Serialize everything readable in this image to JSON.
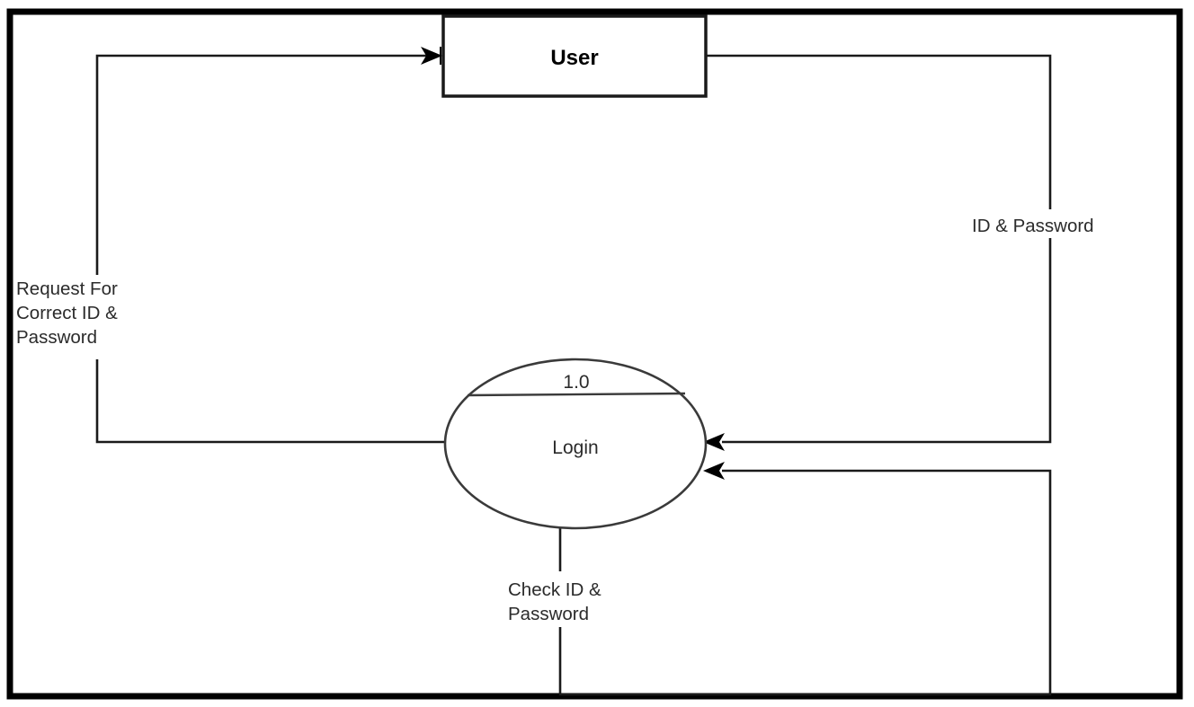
{
  "diagram": {
    "type": "data-flow-diagram",
    "level": "1",
    "background": "#ffffff",
    "border_color": "#000000",
    "line_color": "#1a1a1a",
    "text_color": "#2b2b2b",
    "nodes": [
      {
        "id": "user",
        "shape": "rectangle",
        "role": "external-entity",
        "label": "User"
      },
      {
        "id": "login",
        "shape": "ellipse",
        "role": "process",
        "number": "1.0",
        "label": "Login"
      }
    ],
    "flows": [
      {
        "id": "request-correct",
        "from": "login",
        "to": "user",
        "label_lines": [
          "Request For",
          "Correct ID &",
          "Password"
        ]
      },
      {
        "id": "id-password",
        "from": "user",
        "to": "login",
        "label_lines": [
          "ID & Password"
        ]
      },
      {
        "id": "check-id-password",
        "from": "login",
        "to": "login",
        "label_lines": [
          "Check ID &",
          "Password"
        ]
      }
    ],
    "labels": {
      "entity_user": "User",
      "process_number": "1.0",
      "process_name": "Login",
      "flow_request_l1": "Request For",
      "flow_request_l2": "Correct ID &",
      "flow_request_l3": "Password",
      "flow_id_password": "ID & Password",
      "flow_check_l1": "Check ID &",
      "flow_check_l2": "Password"
    }
  }
}
